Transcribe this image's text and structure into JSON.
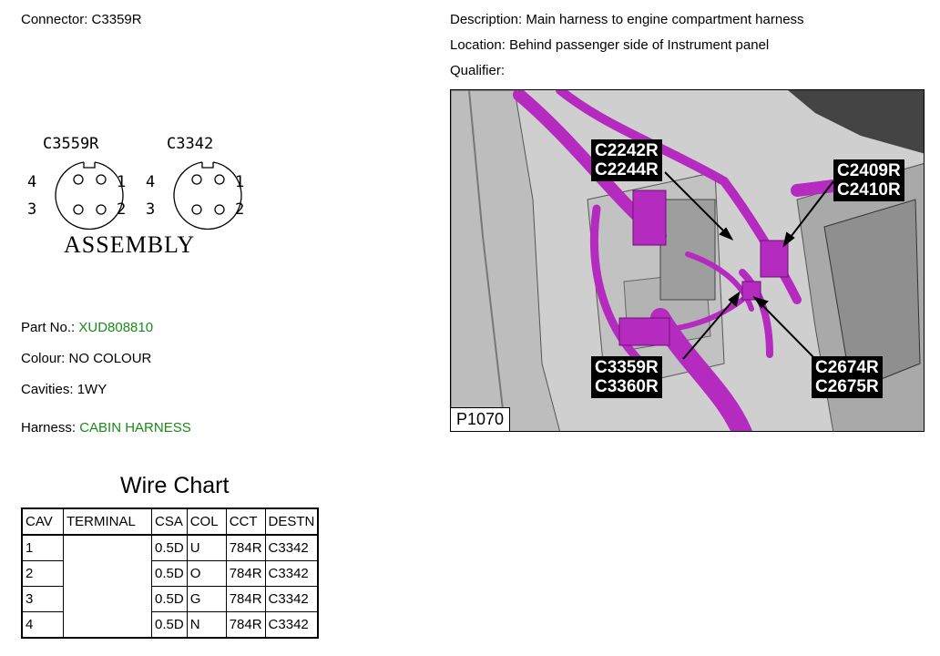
{
  "connector": {
    "label": "Connector:",
    "value": "C3359R"
  },
  "description": {
    "label": "Description:",
    "value": "Main harness to engine compartment harness"
  },
  "location": {
    "label": "Location:",
    "value": "Behind passenger side of Instrument panel"
  },
  "qualifier": {
    "label": "Qualifier:",
    "value": ""
  },
  "diagram": {
    "left_title": "C3559R",
    "right_title": "C3342",
    "pins": [
      "1",
      "2",
      "3",
      "4"
    ],
    "caption": "ASSEMBLY"
  },
  "part_no": {
    "label": "Part No.:",
    "value": "XUD808810"
  },
  "colour": {
    "label": "Colour:",
    "value": "NO COLOUR"
  },
  "cavities": {
    "label": "Cavities:",
    "value": "1WY"
  },
  "harness": {
    "label": "Harness:",
    "value": "CABIN HARNESS"
  },
  "photo": {
    "ref": "P1070",
    "callouts": [
      [
        "C2242R",
        "C2244R"
      ],
      [
        "C2409R",
        "C2410R"
      ],
      [
        "C3359R",
        "C3360R"
      ],
      [
        "C2674R",
        "C2675R"
      ]
    ]
  },
  "wire_chart": {
    "title": "Wire Chart",
    "headers": [
      "CAV",
      "TERMINAL",
      "CSA",
      "COL",
      "CCT",
      "DESTN"
    ],
    "rows": [
      [
        "1",
        "",
        "0.5D",
        "U",
        "784R",
        "C3342"
      ],
      [
        "2",
        "",
        "0.5D",
        "O",
        "784R",
        "C3342"
      ],
      [
        "3",
        "",
        "0.5D",
        "G",
        "784R",
        "C3342"
      ],
      [
        "4",
        "",
        "0.5D",
        "N",
        "784R",
        "C3342"
      ]
    ]
  },
  "colors": {
    "link_green": "#1a8a1a",
    "harness_magenta": "#b52bc0"
  }
}
